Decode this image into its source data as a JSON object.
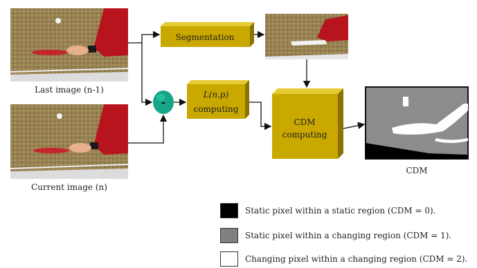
{
  "images": {
    "last": {
      "caption": "Last image (n-1)"
    },
    "current": {
      "caption": "Current image (n)"
    },
    "cdm": {
      "caption": "CDM"
    }
  },
  "nodes": {
    "segmentation": {
      "label": "Segmentation"
    },
    "difference": {
      "label": "-"
    },
    "lnp": {
      "label_italic": "L(n,p)",
      "label": "computing"
    },
    "cdm": {
      "label_line1": "CDM",
      "label_line2": "computing"
    }
  },
  "legend": [
    {
      "label": "Static pixel within a static region (CDM = 0).",
      "color": "#000000"
    },
    {
      "label": "Static pixel within a changing region (CDM = 1).",
      "color": "#808080"
    },
    {
      "label": "Changing pixel within a changing region (CDM = 2).",
      "color": "#ffffff"
    }
  ],
  "colors": {
    "box_face": "#c9a800",
    "box_side": "#8a7200",
    "box_top": "#e6cc33",
    "circle": "#17a589",
    "arrow": "#111111"
  }
}
